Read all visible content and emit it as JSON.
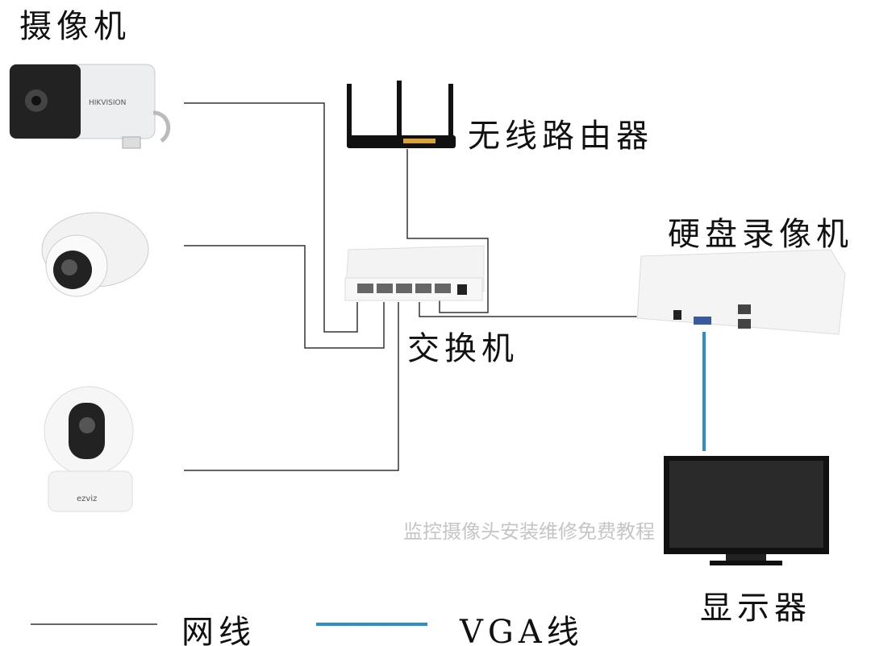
{
  "labels": {
    "cameras": "摄像机",
    "router": "无线路由器",
    "nvr": "硬盘录像机",
    "switch": "交换机",
    "monitor": "显示器"
  },
  "legend": {
    "network_cable": "网线",
    "vga_cable": "VGA线"
  },
  "watermark": "监控摄像头安装维修免费教程",
  "brands": {
    "camera": "HIKVISION",
    "ptz": "EZVIZ"
  },
  "colors": {
    "network_cable": "#333333",
    "vga_cable": "#2a8fc9"
  }
}
